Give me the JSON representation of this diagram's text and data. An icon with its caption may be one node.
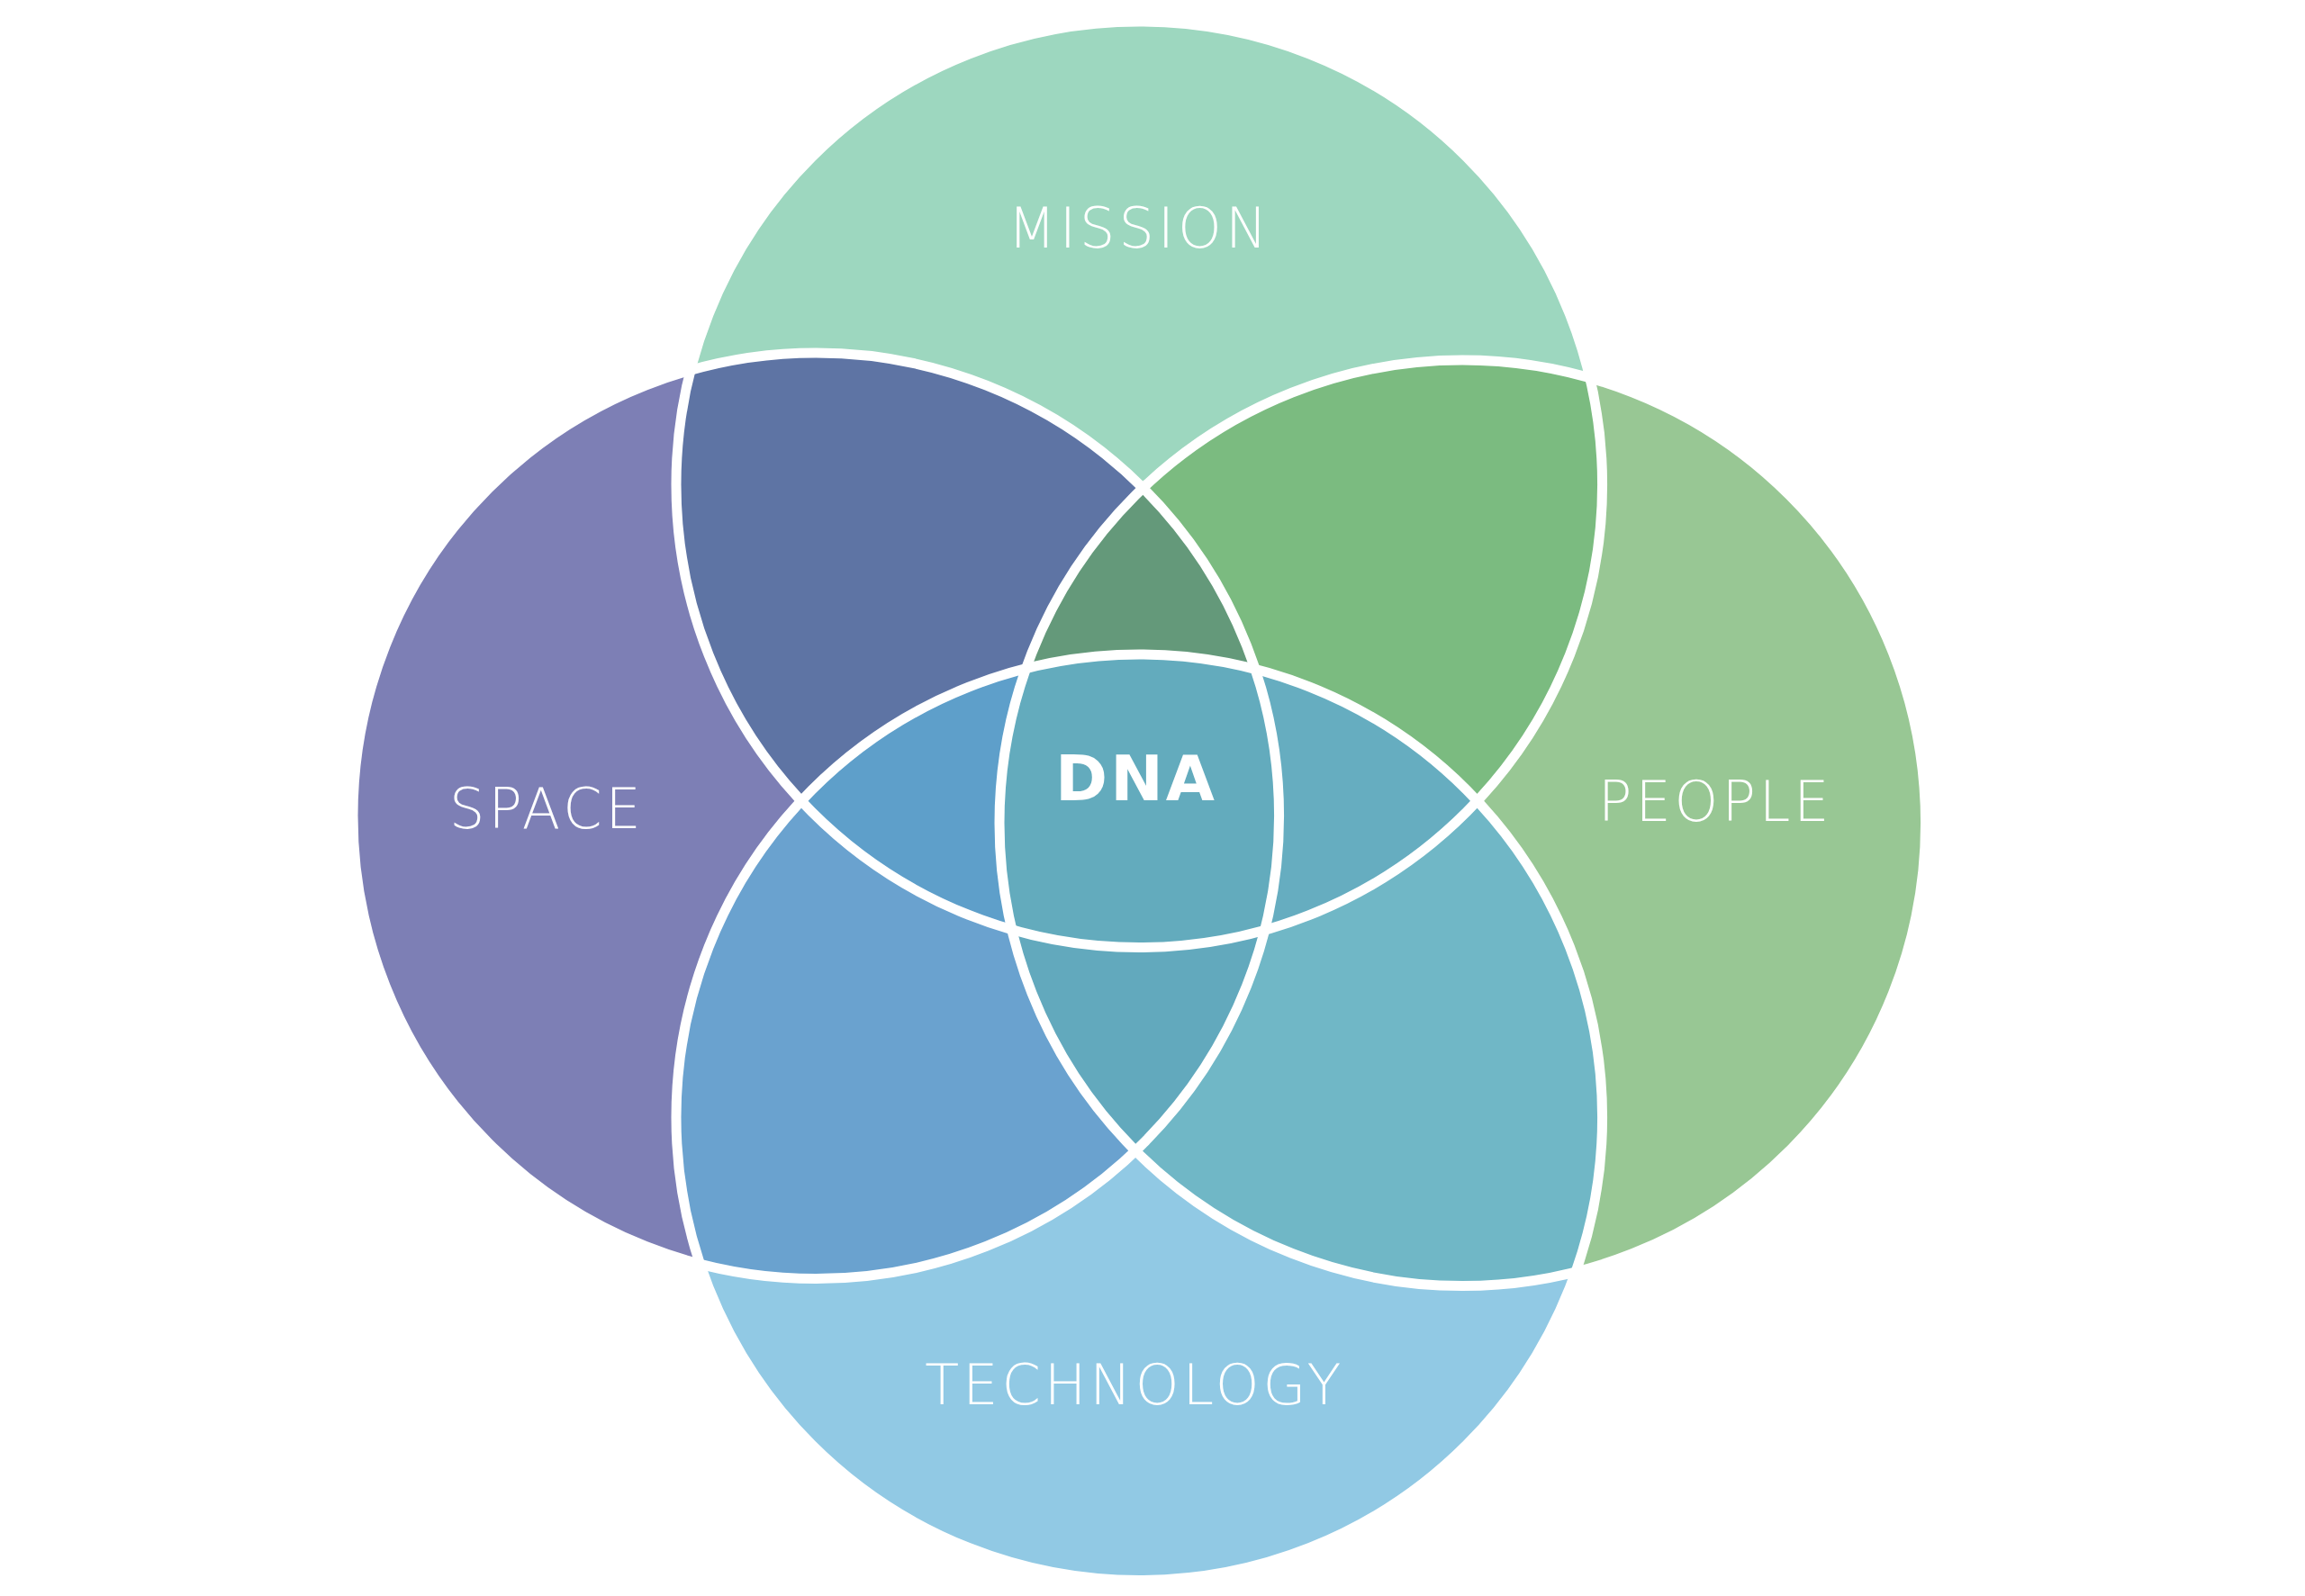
{
  "diagram": {
    "nodes": [
      {
        "text": [
          "MISSION"
        ]
      },
      {
        "text": [
          "SPACE"
        ]
      },
      {
        "text": [
          "DNA"
        ]
      },
      {
        "text": [
          "PEOPLE"
        ]
      },
      {
        "text": [
          "TECHNOLOGY"
        ]
      }
    ]
  }
}
